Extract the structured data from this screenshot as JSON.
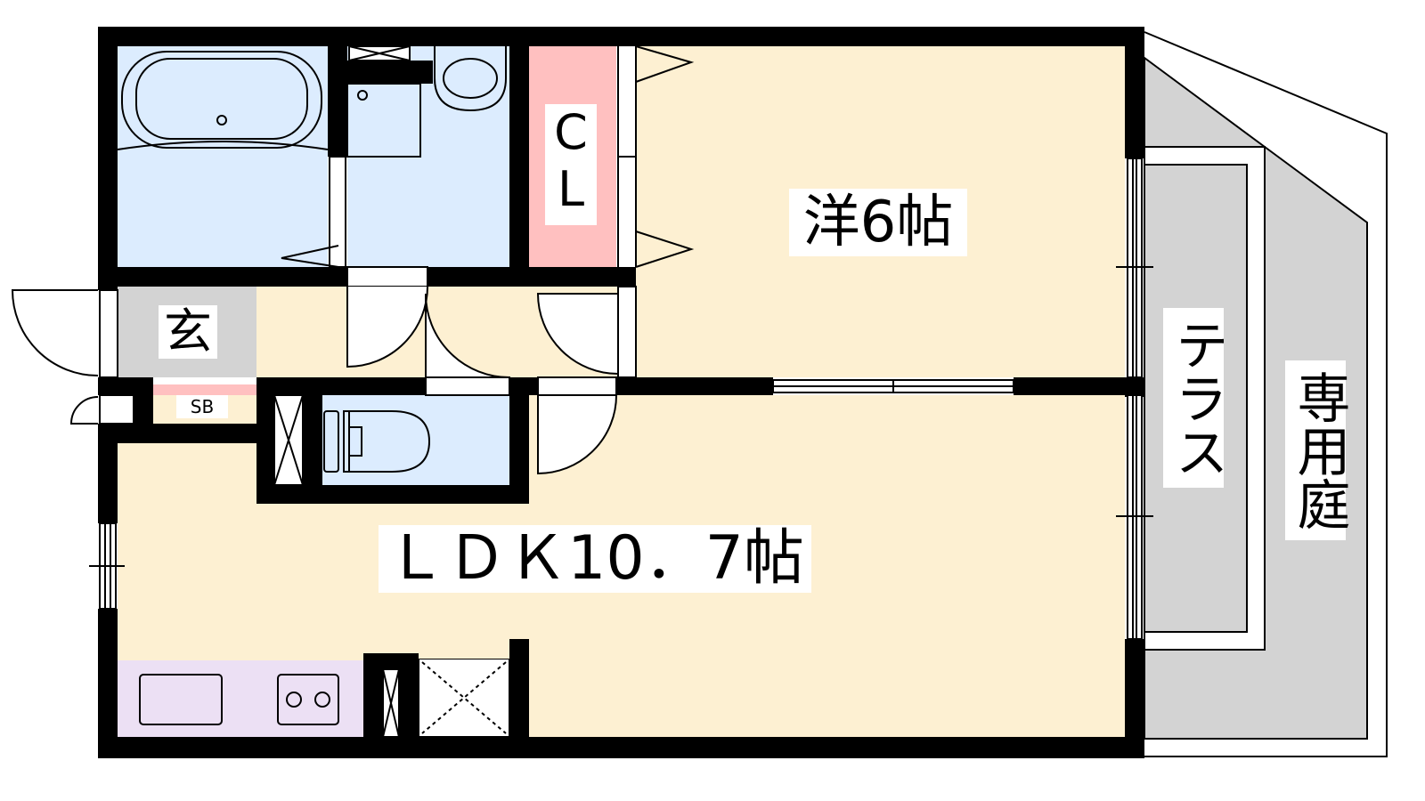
{
  "rooms": {
    "western_room": "洋6帖",
    "ldk": "ＬＤＫ10．7帖",
    "closet": "CL",
    "entrance": "玄",
    "shoe_box": "SB",
    "terrace": "テラス",
    "private_garden": "専用庭"
  },
  "colors": {
    "wet_area": "#dcecfe",
    "living": "#fdf0d2",
    "storage": "#ffc0c0",
    "outdoor": "#d3d3d3",
    "kitchen": "#ece0f4",
    "wall": "#000000"
  }
}
